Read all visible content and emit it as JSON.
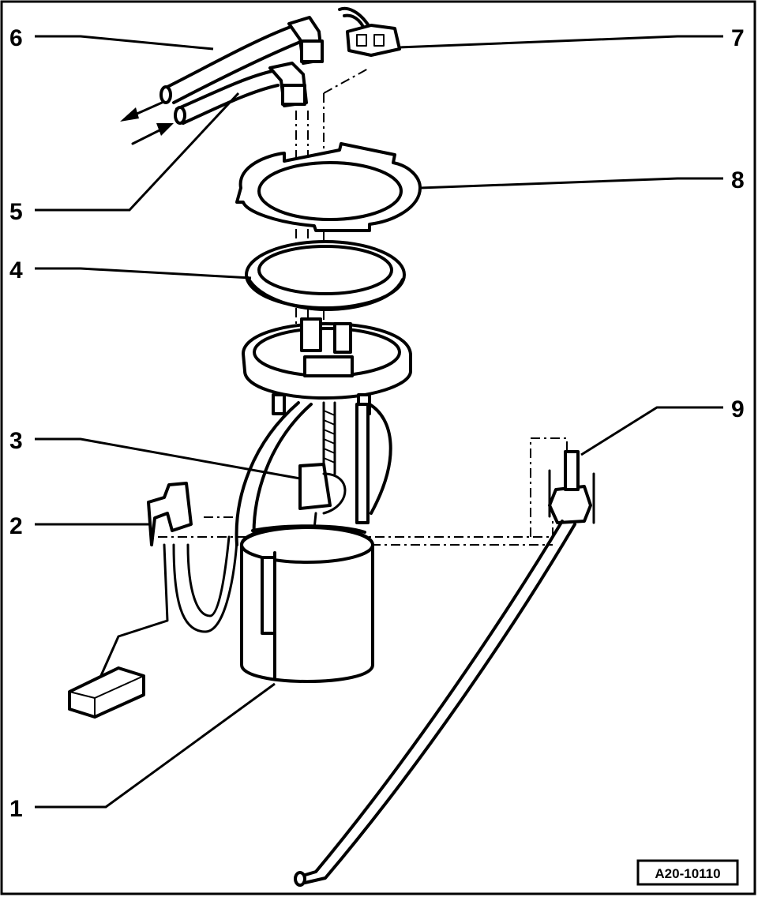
{
  "diagram": {
    "reference_code": "A20-10110",
    "callouts": [
      "1",
      "2",
      "3",
      "4",
      "5",
      "6",
      "7",
      "8",
      "9"
    ]
  }
}
